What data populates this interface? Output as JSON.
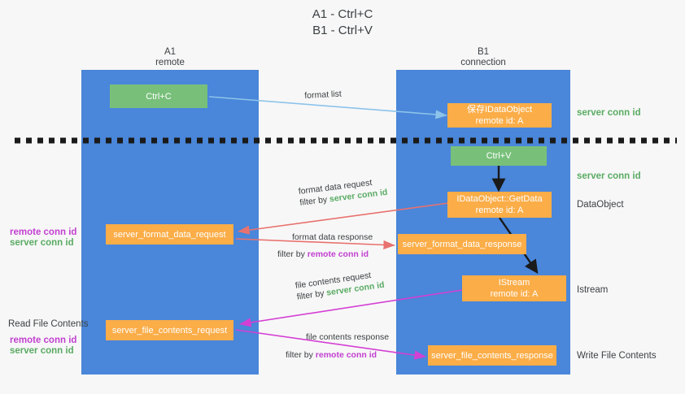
{
  "title": {
    "line1": "A1 - Ctrl+C",
    "line2": "B1 - Ctrl+V"
  },
  "lanes": [
    {
      "name": "A1",
      "sub": "remote"
    },
    {
      "name": "B1",
      "sub": "connection"
    }
  ],
  "boxes": {
    "ctrl_c": "Ctrl+C",
    "ctrl_v": "Ctrl+V",
    "save_idataobject_l1": "保存IDataObject",
    "save_idataobject_l2": "remote id: A",
    "getdata_l1": "IDataObject::GetData",
    "getdata_l2": "remote id: A",
    "istream_l1": "IStream",
    "istream_l2": "remote id: A",
    "server_format_data_request": "server_format_data_request",
    "server_format_data_response": "server_format_data_response",
    "server_file_contents_request": "server_file_contents_request",
    "server_file_contents_response": "server_file_contents_response"
  },
  "edges": {
    "format_list": "format list",
    "format_data_request": "format data request",
    "format_data_request_filter_pre": "filter by ",
    "format_data_request_filter_key": "server conn id",
    "format_data_response": "format data response",
    "format_data_response_filter_pre": "filter by ",
    "format_data_response_filter_key": "remote conn id",
    "file_contents_request": "file contents request",
    "file_contents_request_filter_pre": "filter by ",
    "file_contents_request_filter_key": "server conn id",
    "file_contents_response": "file contents response",
    "file_contents_response_filter_pre": "filter by ",
    "file_contents_response_filter_key": "remote conn id"
  },
  "side_labels": {
    "right_server_conn_id_top": "server conn id",
    "right_server_conn_id_mid": "server conn id",
    "right_dataobject": "DataObject",
    "right_istream": "Istream",
    "right_write_file_contents": "Write File Contents",
    "left_remote_conn_id_1": "remote conn id",
    "left_server_conn_id_1": "server conn id",
    "left_read_file_contents": "Read File Contents",
    "left_remote_conn_id_2": "remote conn id",
    "left_server_conn_id_2": "server conn id"
  },
  "colors": {
    "lane_blue": "#4a86d9",
    "box_green": "#78c07a",
    "box_orange": "#fbad48",
    "accent_green_text": "#5aab63",
    "accent_purple_text": "#c23fd0",
    "arrow_lightblue": "#8cc3ea",
    "arrow_red": "#e8726f",
    "arrow_magenta": "#d43fd4",
    "arrow_black": "#1a1a1a",
    "dashed_line": "#1a1a1a",
    "background": "#f7f7f7"
  }
}
